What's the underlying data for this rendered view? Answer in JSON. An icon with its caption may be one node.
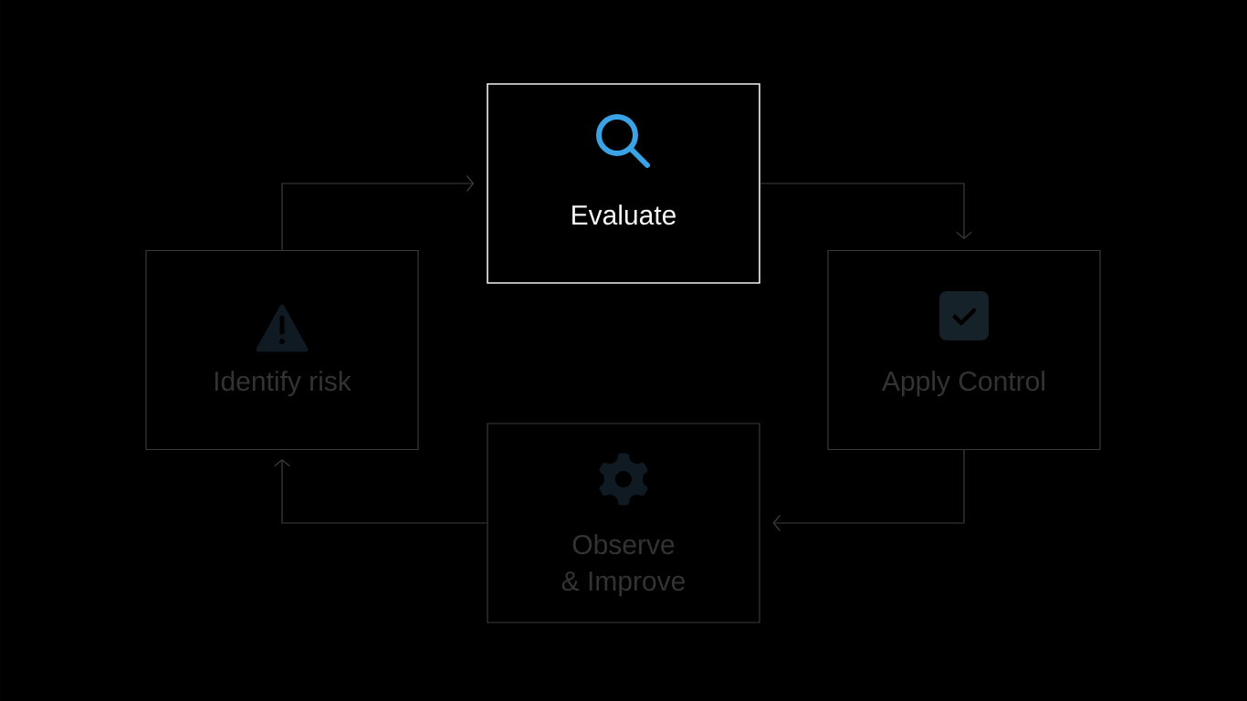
{
  "diagram": {
    "nodes": [
      {
        "text": [
          "Identify risk"
        ]
      },
      {
        "text": [
          "Evaluate"
        ]
      },
      {
        "text": [
          "Apply Control"
        ]
      },
      {
        "text": [
          "Observe & Improve"
        ]
      }
    ],
    "edges": [
      {
        "from": 0,
        "to": 1,
        "arrow": "to"
      },
      {
        "from": 1,
        "to": 2,
        "arrow": "to"
      },
      {
        "from": 2,
        "to": 3,
        "arrow": "to"
      },
      {
        "from": 3,
        "to": 0,
        "arrow": "to"
      }
    ]
  }
}
